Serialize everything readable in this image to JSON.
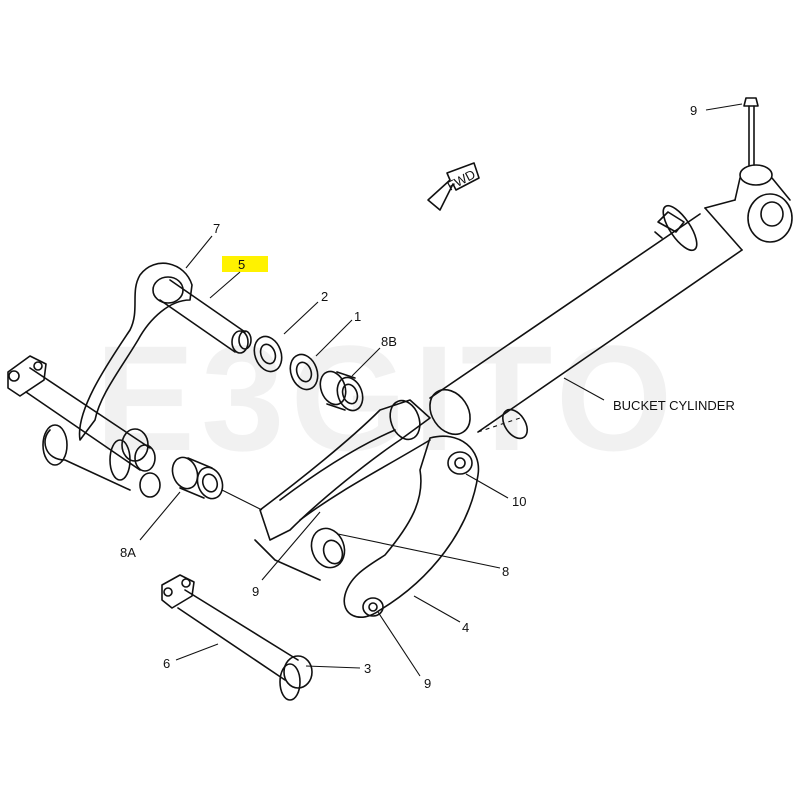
{
  "diagram": {
    "watermark": "E3GITO",
    "fwd_label": "FWD",
    "highlight_color": "#fff200",
    "callouts": {
      "c1": "1",
      "c2": "2",
      "c3": "3",
      "c4": "4",
      "c5": "5",
      "c6": "6",
      "c7": "7",
      "c8": "8",
      "c8a": "8A",
      "c8b": "8B",
      "c9_top": "9",
      "c9_left": "9",
      "c9_bottom": "9",
      "c10": "10",
      "bucket_cylinder": "BUCKET CYLINDER"
    }
  }
}
